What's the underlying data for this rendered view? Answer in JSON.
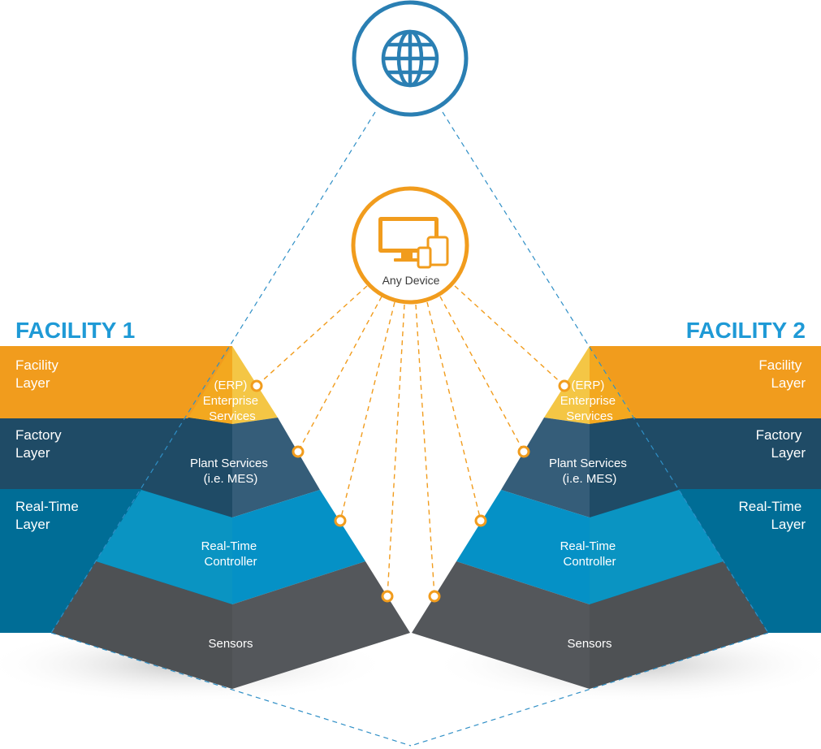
{
  "any_device_label": "Any Device",
  "icons": {
    "top": "globe-icon",
    "center": "devices-icon"
  },
  "colors": {
    "facility_layer": "#f19c1d",
    "factory_layer": "#1f4b66",
    "realtime_layer": "#006d96",
    "title": "#1f9ad6",
    "globe_ring": "#2a7fb3",
    "device_ring": "#f19c1d",
    "sensors": "#54575b"
  },
  "facilities": [
    {
      "title": "FACILITY 1",
      "layers": [
        {
          "line1": "Facility",
          "line2": "Layer"
        },
        {
          "line1": "Factory",
          "line2": "Layer"
        },
        {
          "line1": "Real-Time",
          "line2": "Layer"
        }
      ],
      "pyramid": [
        {
          "lines": [
            "(ERP)",
            "Enterprise",
            "Services"
          ]
        },
        {
          "lines": [
            "Plant Services",
            "(i.e. MES)"
          ]
        },
        {
          "lines": [
            "Real-Time",
            "Controller"
          ]
        },
        {
          "lines": [
            "Sensors"
          ]
        }
      ]
    },
    {
      "title": "FACILITY 2",
      "layers": [
        {
          "line1": "Facility",
          "line2": "Layer"
        },
        {
          "line1": "Factory",
          "line2": "Layer"
        },
        {
          "line1": "Real-Time",
          "line2": "Layer"
        }
      ],
      "pyramid": [
        {
          "lines": [
            "(ERP)",
            "Enterprise",
            "Services"
          ]
        },
        {
          "lines": [
            "Plant Services",
            "(i.e. MES)"
          ]
        },
        {
          "lines": [
            "Real-Time",
            "Controller"
          ]
        },
        {
          "lines": [
            "Sensors"
          ]
        }
      ]
    }
  ]
}
